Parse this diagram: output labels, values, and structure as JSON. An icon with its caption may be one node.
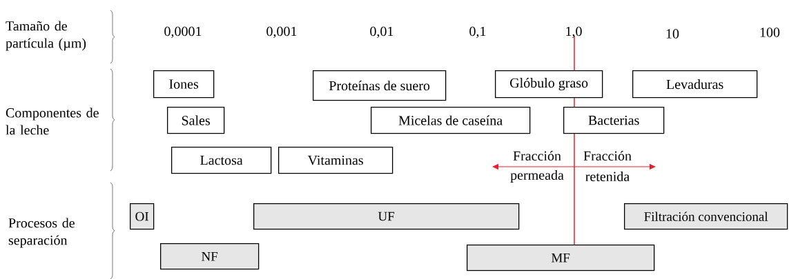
{
  "diagram": {
    "nodes": [
      {
        "text": [
          "Iones"
        ]
      },
      {
        "text": [
          "Proteínas de suero"
        ]
      },
      {
        "text": [
          "Glóbulo graso"
        ]
      },
      {
        "text": [
          "Levaduras"
        ]
      },
      {
        "text": [
          "Sales"
        ]
      },
      {
        "text": [
          "Micelas de caseína"
        ]
      },
      {
        "text": [
          "Bacterias"
        ]
      },
      {
        "text": [
          "Lactosa"
        ]
      },
      {
        "text": [
          "Vitaminas"
        ]
      },
      {
        "text": [
          "OI"
        ]
      },
      {
        "text": [
          "UF"
        ]
      },
      {
        "text": [
          "Filtración convencional"
        ]
      },
      {
        "text": [
          "NF"
        ]
      },
      {
        "text": [
          "MF"
        ]
      }
    ],
    "labels": [
      "Tamaño de partícula (µm)",
      "0,0001",
      "0,001",
      "0,01",
      "0,1",
      "1,0",
      "10",
      "100",
      "Componentes de la leche",
      "Fracción",
      "Fracción",
      "permeada",
      "retenida",
      "Procesos de separación"
    ]
  }
}
